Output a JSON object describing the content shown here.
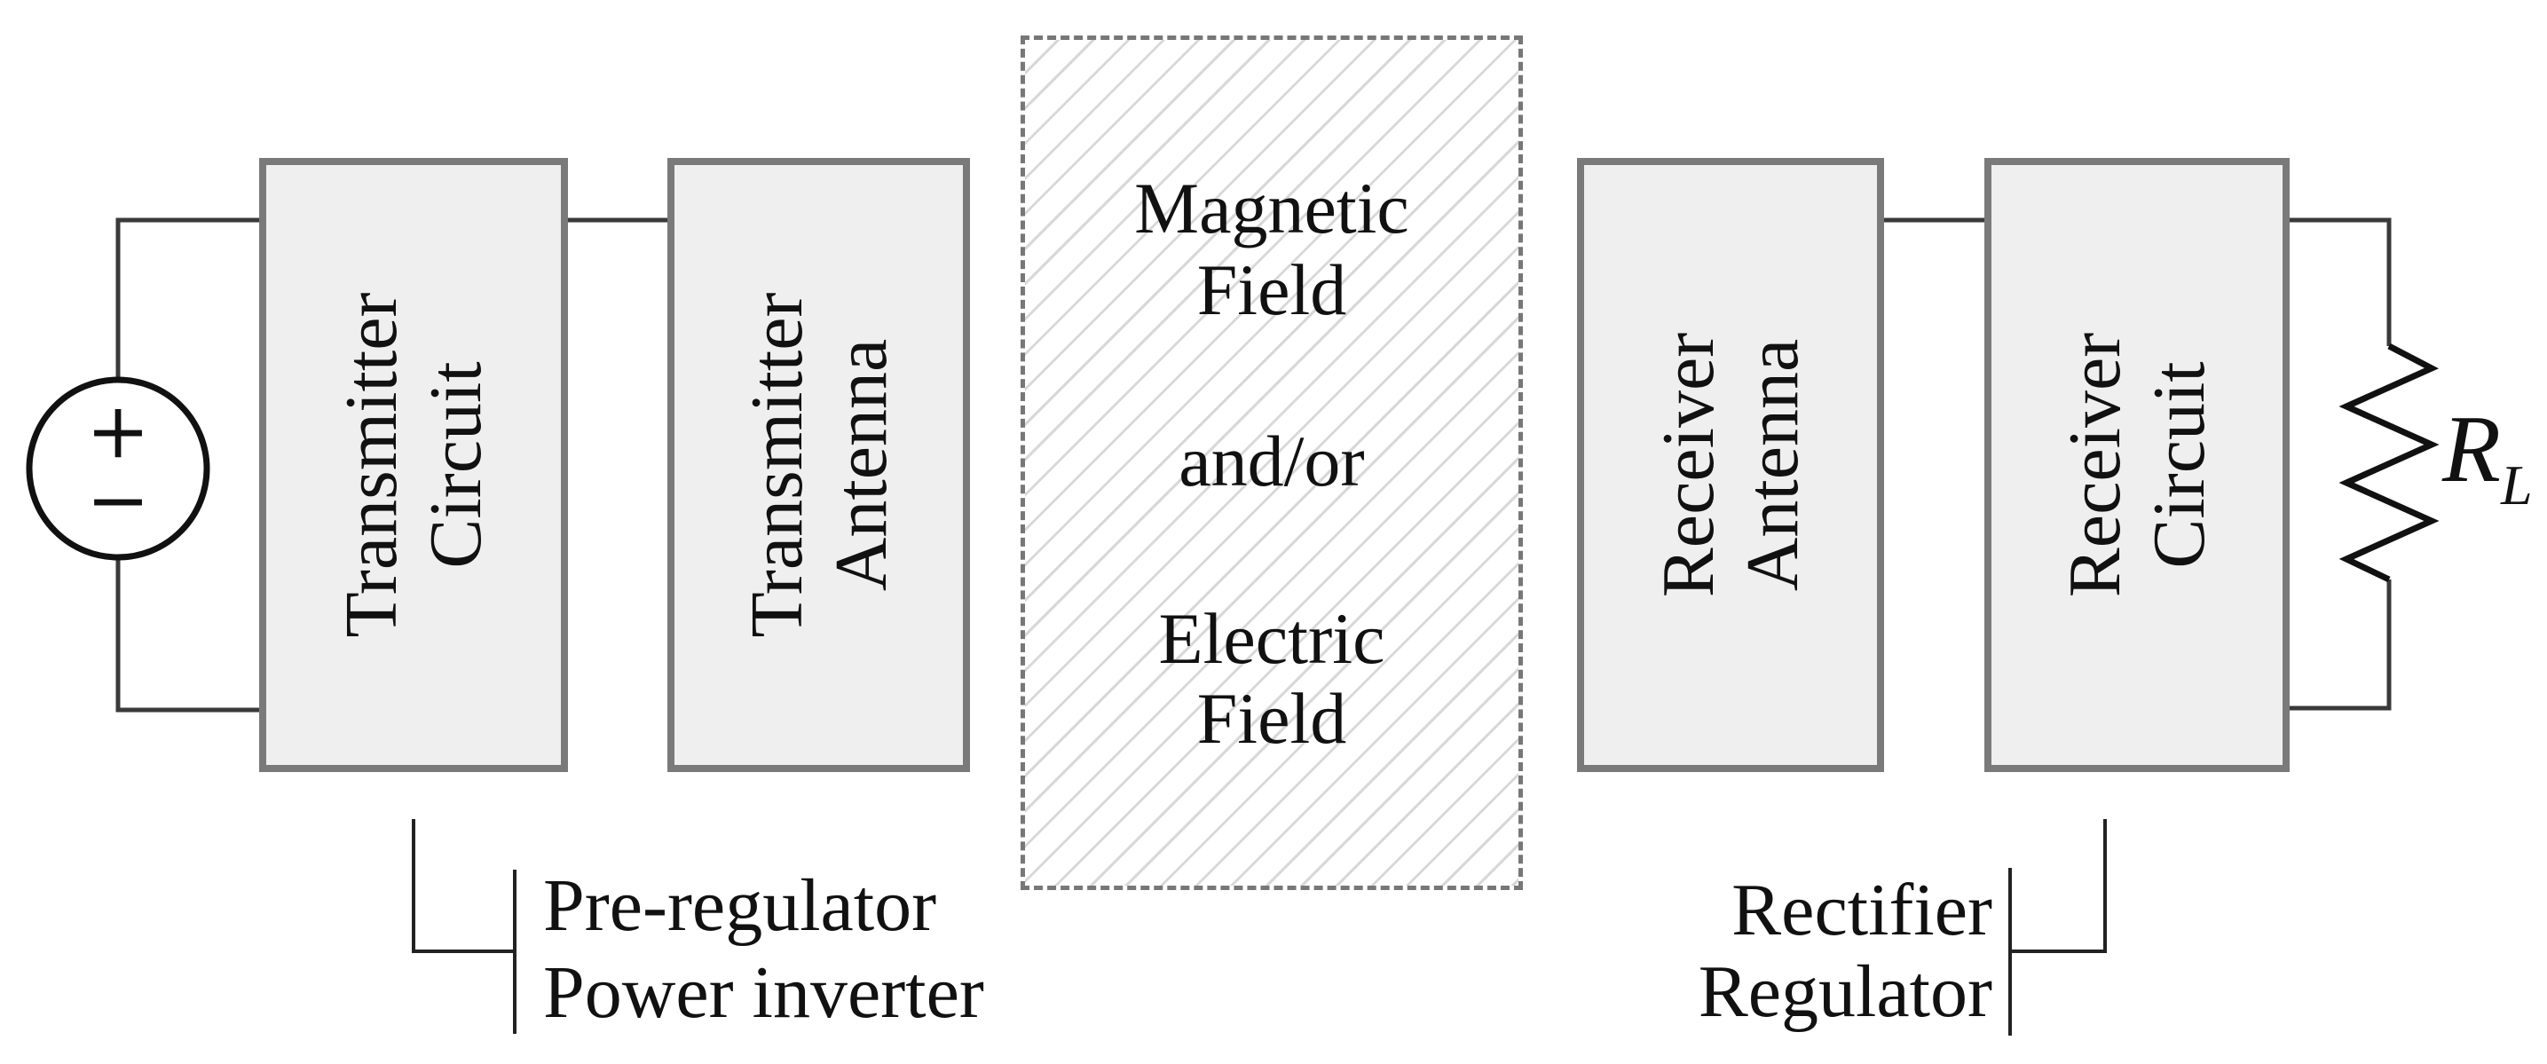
{
  "diagram_title": "wireless-power-transfer-block-diagram",
  "source": {
    "plus": "+",
    "minus": "−"
  },
  "blocks": [
    {
      "id": "transmitter-circuit",
      "line1": "Transmitter",
      "line2": "Circuit"
    },
    {
      "id": "transmitter-antenna",
      "line1": "Transmitter",
      "line2": "Antenna"
    },
    {
      "id": "receiver-antenna",
      "line1": "Receiver",
      "line2": "Antenna"
    },
    {
      "id": "receiver-circuit",
      "line1": "Receiver",
      "line2": "Circuit"
    }
  ],
  "field_region": {
    "lines": [
      "Magnetic",
      "Field",
      "and/or",
      "Electric",
      "Field"
    ]
  },
  "tx_bracket": {
    "line1": "Pre-regulator",
    "line2": "Power inverter"
  },
  "rx_bracket": {
    "line1": "Rectifier",
    "line2": "Regulator"
  },
  "load": {
    "symbol": "R",
    "subscript": "L"
  },
  "colors": {
    "block_fill": "#f0efef",
    "block_border": "#7a7a7a",
    "wire": "#3a3a3a",
    "hatch_line": "#d8d8d8",
    "dashed_border": "#777777",
    "text": "#111111"
  }
}
